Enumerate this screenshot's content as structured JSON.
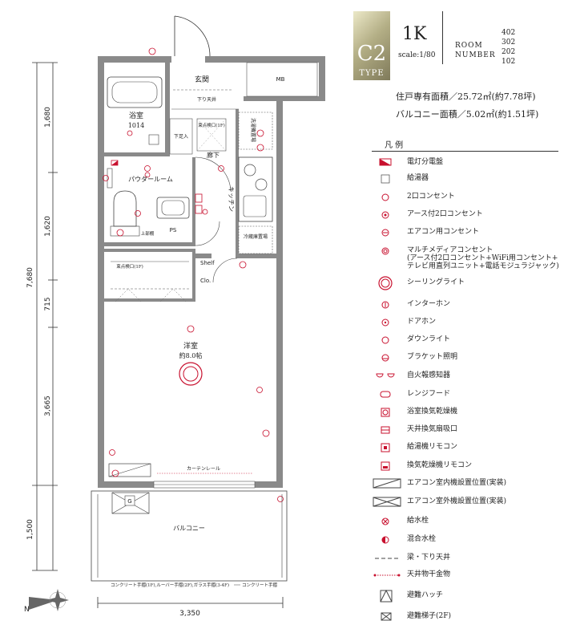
{
  "header": {
    "type_code": "C2",
    "type_word": "TYPE",
    "layout": "1K",
    "scale": "scale:1/80",
    "room_number_label_1": "ROOM",
    "room_number_label_2": "NUMBER",
    "room_numbers": [
      "402",
      "302",
      "202",
      "102"
    ],
    "area_line": "住戸専有面積／25.72㎡(約7.78坪)",
    "balcony_line": "バルコニー面積／5.02㎡(約1.51坪)"
  },
  "legend": {
    "title": "凡 例",
    "items": [
      {
        "label": "電灯分電盤",
        "icon": "panel-board-icon"
      },
      {
        "label": "給湯器",
        "icon": "water-heater-icon"
      },
      {
        "label": "2口コンセント",
        "icon": "outlet-icon"
      },
      {
        "label": "アース付2口コンセント",
        "icon": "earth-outlet-icon"
      },
      {
        "label": "エアコン用コンセント",
        "icon": "aircon-outlet-icon"
      },
      {
        "label": "マルチメディアコンセント",
        "label_2": "(アース付2口コンセント+WiFi用コンセント+",
        "label_3": "テレビ用直列ユニット+電話モジュラジャック)",
        "icon": "multimedia-outlet-icon"
      },
      {
        "label": "シーリングライト",
        "icon": "ceiling-light-icon"
      },
      {
        "label": "インターホン",
        "icon": "intercom-icon"
      },
      {
        "label": "ドアホン",
        "icon": "doorphone-icon"
      },
      {
        "label": "ダウンライト",
        "icon": "downlight-icon"
      },
      {
        "label": "ブラケット照明",
        "icon": "bracket-light-icon"
      },
      {
        "label": "自火報感知器",
        "icon": "fire-detector-icon"
      },
      {
        "label": "レンジフード",
        "icon": "range-hood-icon"
      },
      {
        "label": "浴室換気乾燥機",
        "icon": "bath-dryer-icon"
      },
      {
        "label": "天井換気扇吸口",
        "icon": "ceiling-vent-icon"
      },
      {
        "label": "給湯機リモコン",
        "icon": "heater-remote-icon"
      },
      {
        "label": "換気乾燥機リモコン",
        "icon": "dryer-remote-icon"
      },
      {
        "label": "エアコン室内機設置位置(実装)",
        "icon": "aircon-indoor-icon"
      },
      {
        "label": "エアコン室外機設置位置(実装)",
        "icon": "aircon-outdoor-icon"
      },
      {
        "label": "給水栓",
        "icon": "faucet-icon"
      },
      {
        "label": "混合水栓",
        "icon": "mixer-faucet-icon"
      },
      {
        "label": "梁・下り天井",
        "icon": "beam-line-icon"
      },
      {
        "label": "天井物干金物",
        "icon": "clothes-hanger-icon"
      },
      {
        "label": "避難ハッチ",
        "icon": "escape-hatch-icon"
      },
      {
        "label": "避難梯子(2F)",
        "icon": "escape-ladder-icon"
      }
    ]
  },
  "plan": {
    "dimensions_left": [
      "7,680",
      "1,680",
      "1,620",
      "715",
      "3,665",
      "1,500"
    ],
    "dimension_bottom": "3,350",
    "rooms": {
      "genkan": "玄関",
      "genkan_sub": "下り天井",
      "mb": "MB",
      "bath": "浴室",
      "bath_size": "1014",
      "powder": "パウダールーム",
      "ps": "PS",
      "corridor": "廊下",
      "kitchen": "キッチン",
      "washer": "洗濯機置場",
      "fridge": "冷蔵庫置場",
      "shoebox": "下足入",
      "storage_top": "束点検口(1F)",
      "storage_clo": "束点検口(1F)",
      "western": "洋室",
      "western_size": "約8.0帖",
      "shelf": "Shelf",
      "clo": "Clo.",
      "curtain": "カーテンレール",
      "balcony": "バルコニー",
      "kami": "上部棚"
    },
    "notes": {
      "railing_1": "コンクリート手摺(1F),ルーバー手摺(2F),ガラス手摺(3-4F)",
      "railing_2": "コンクリート手摺"
    },
    "north_label": "N"
  }
}
